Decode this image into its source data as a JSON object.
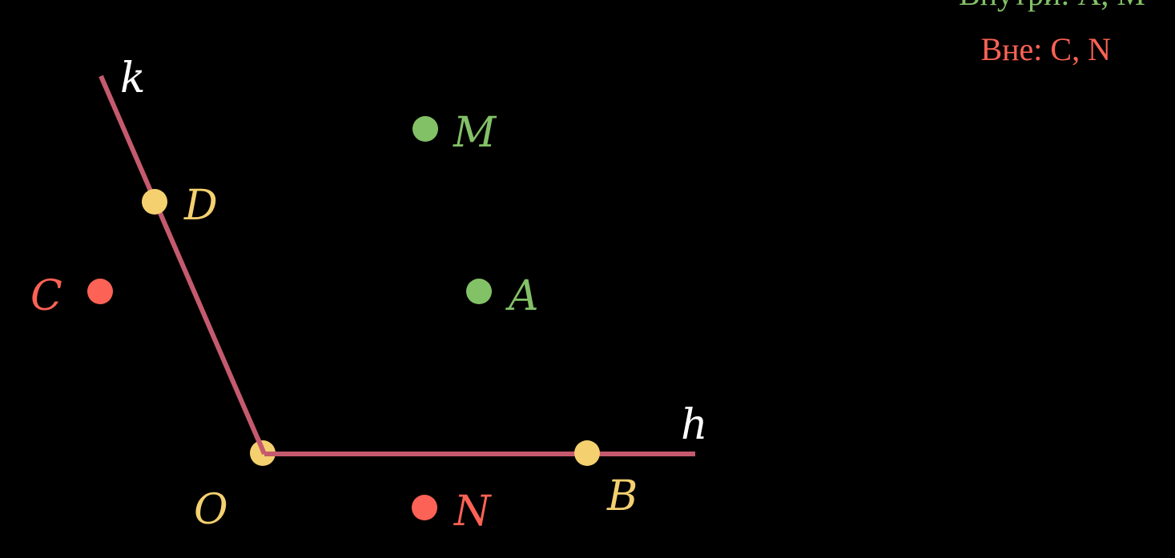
{
  "colors": {
    "background": "#000000",
    "angle_sides": "#c55a6e",
    "on_angle": "#f4d06f",
    "inside": "#83c167",
    "outside": "#fc6255",
    "ray_label": "#ffffff"
  },
  "rays": {
    "k": "k",
    "h": "h"
  },
  "points": {
    "O": "O",
    "B": "B",
    "D": "D",
    "A": "A",
    "M": "M",
    "C": "C",
    "N": "N"
  },
  "legend": {
    "inside_partial": "Внутри: A, M",
    "outside": "Вне: C, N"
  }
}
